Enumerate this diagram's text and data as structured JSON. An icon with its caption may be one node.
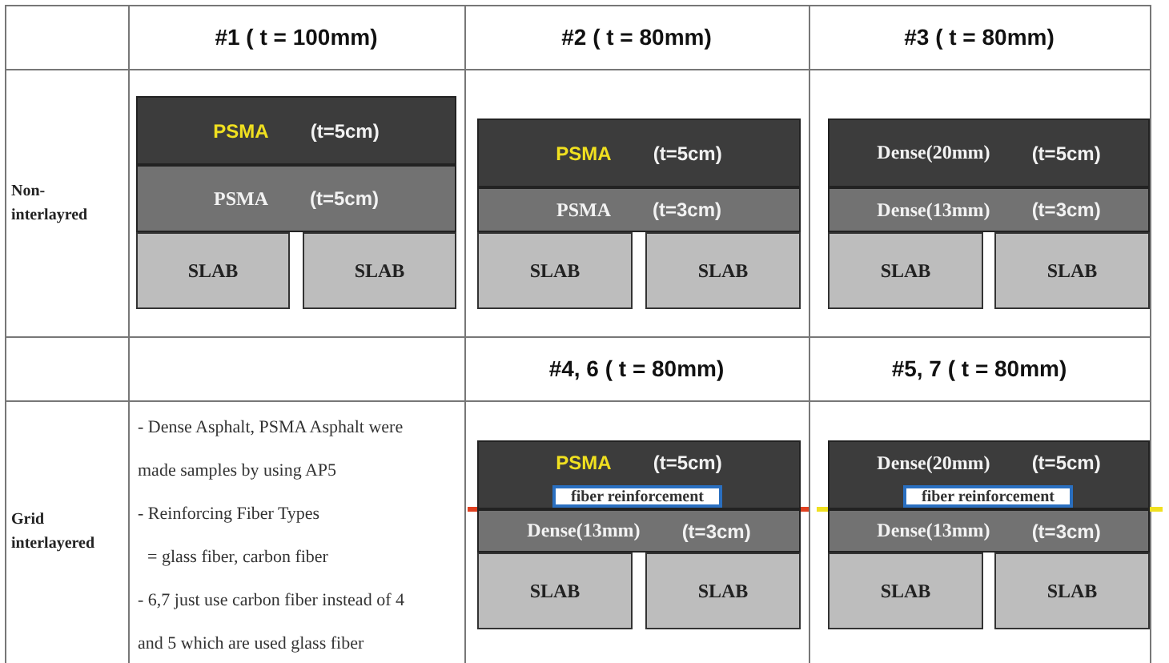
{
  "diagram": {
    "nodes": [
      {
        "text": [
          "PSMA",
          "(t=5cm)"
        ]
      },
      {
        "text": [
          "PSMA",
          "(t=5cm)"
        ]
      },
      {
        "text": [
          "SLAB"
        ]
      },
      {
        "text": [
          "SLAB"
        ]
      },
      {
        "text": [
          "PSMA",
          "(t=5cm)"
        ]
      },
      {
        "text": [
          "PSMA",
          "(t=3cm)"
        ]
      },
      {
        "text": [
          "SLAB"
        ]
      },
      {
        "text": [
          "SLAB"
        ]
      },
      {
        "text": [
          "Dense(20mm)",
          "(t=5cm)"
        ]
      },
      {
        "text": [
          "Dense(13mm)",
          "(t=3cm)"
        ]
      },
      {
        "text": [
          "SLAB"
        ]
      },
      {
        "text": [
          "SLAB"
        ]
      },
      {
        "text": [
          "PSMA",
          "(t=5cm)"
        ]
      },
      {
        "text": [
          "fiber reinforcement"
        ],
        "in": 12
      },
      {
        "text": [
          "Dense(13mm)",
          "(t=3cm)"
        ]
      },
      {
        "text": [
          "SLAB"
        ]
      },
      {
        "text": [
          "SLAB"
        ]
      },
      {
        "text": [
          "Dense(20mm)",
          "(t=5cm)"
        ]
      },
      {
        "text": [
          "fiber reinforcement"
        ],
        "in": 17
      },
      {
        "text": [
          "Dense(13mm)",
          "(t=3cm)"
        ]
      },
      {
        "text": [
          "SLAB"
        ]
      },
      {
        "text": [
          "SLAB"
        ]
      }
    ],
    "labels": [
      "#1 ( t = 100mm)",
      "#2 ( t = 80mm)",
      "#3 ( t = 80mm)",
      "Non-interlayred",
      "#4, 6 ( t = 80mm)",
      "#5, 7 ( t = 80mm)",
      "Grid interlayered",
      "- Dense Asphalt, PSMA  Asphalt were made samples by using AP5",
      "- Reinforcing Fiber Types",
      "= glass fiber, carbon fiber",
      "- 6,7 just  use carbon fiber instead of 4 and 5 which are used glass fiber"
    ]
  }
}
